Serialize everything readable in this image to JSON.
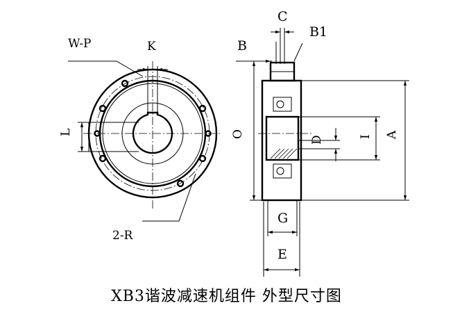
{
  "caption": "XB3谐波减速机组件  外型尺寸图",
  "labels": {
    "wp": "W-P",
    "k": "K",
    "l": "L",
    "r": "2-R",
    "o": "O",
    "b": "B",
    "c": "C",
    "b1": "B1",
    "d": "D",
    "i": "I",
    "a": "A",
    "g": "G",
    "e": "E"
  }
}
